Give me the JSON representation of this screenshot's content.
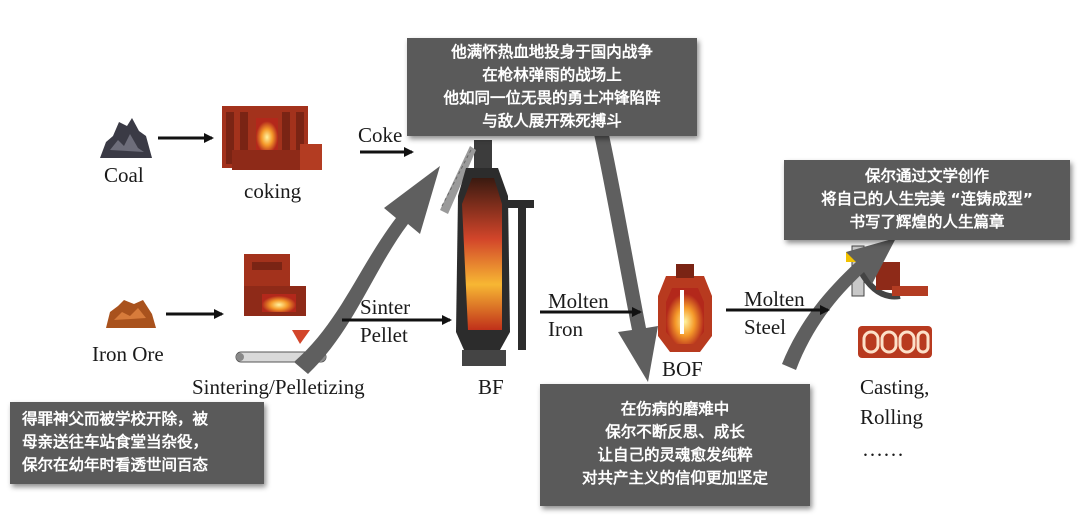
{
  "labels": {
    "coal": "Coal",
    "coking": "coking",
    "coke": "Coke",
    "iron_ore": "Iron Ore",
    "sintering": "Sintering/Pelletizing",
    "sinter": "Sinter",
    "pellet": "Pellet",
    "bf": "BF",
    "molten_iron_1": "Molten",
    "molten_iron_2": "Iron",
    "bof": "BOF",
    "molten_steel_1": "Molten",
    "molten_steel_2": "Steel",
    "casting": "Casting,",
    "rolling": "Rolling",
    "ellipsis": "……"
  },
  "notes": {
    "top_center": [
      "他满怀热血地投身于国内战争",
      "在枪林弹雨的战场上",
      "他如同一位无畏的勇士冲锋陷阵",
      "与敌人展开殊死搏斗"
    ],
    "top_right": [
      "保尔通过文学创作",
      "将自己的人生完美 “连铸成型”",
      "书写了辉煌的人生篇章"
    ],
    "bottom_left": [
      "得罪神父而被学校开除，被",
      "母亲送往车站食堂当杂役，",
      "保尔在幼年时看透世间百态"
    ],
    "bottom_center": [
      "在伤病的磨难中",
      "保尔不断反思、成长",
      "让自己的灵魂愈发纯粹",
      "对共产主义的信仰更加坚定"
    ]
  },
  "colors": {
    "arrow_black": "#111111",
    "arrow_gray": "#5f5f5f",
    "note_bg": "#5a5a5a",
    "furnace_red": "#a3321c",
    "flame": "#f7b733"
  },
  "icons": [
    "coal-pile-icon",
    "coke-oven-icon",
    "iron-ore-icon",
    "sinter-plant-icon",
    "blast-furnace-icon",
    "bof-converter-icon",
    "caster-icon",
    "rolling-mill-icon"
  ]
}
